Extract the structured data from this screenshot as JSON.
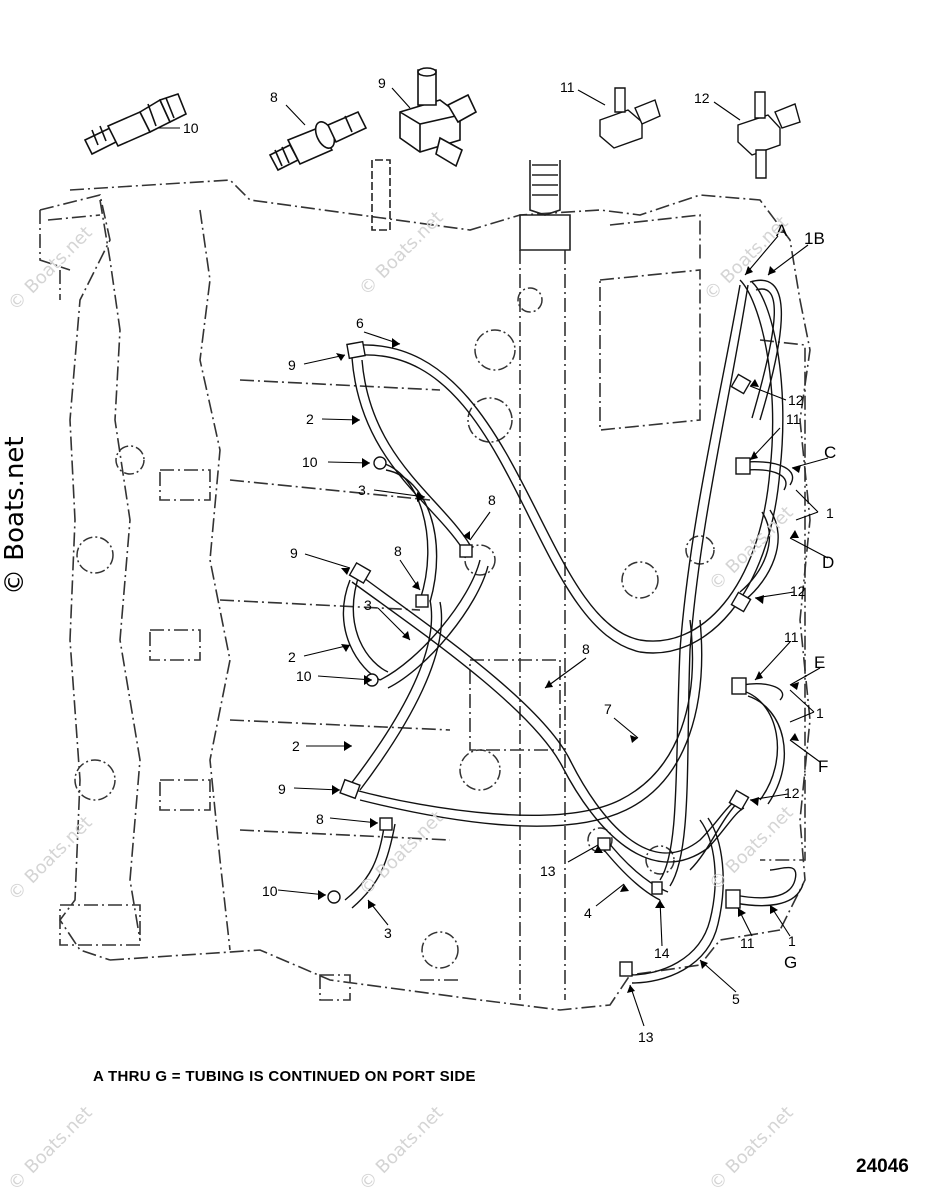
{
  "watermark": "© Boats.net",
  "footnote": "A THRU G = TUBING IS CONTINUED ON PORT SIDE",
  "diagram_number": "24046",
  "callouts": {
    "c10a": "10",
    "c8a": "8",
    "c9a": "9",
    "c11a": "11",
    "c12a": "12",
    "cA": "A",
    "c1B": "1B",
    "c6": "6",
    "c9b": "9",
    "c2a": "2",
    "c10b": "10",
    "c3a": "3",
    "c8b": "8",
    "c12b": "12",
    "c11b": "11",
    "cC": "C",
    "c1a": "1",
    "cD": "D",
    "c9c": "9",
    "c8c": "8",
    "c3b": "3",
    "c12c": "12",
    "c11c": "11",
    "cE": "E",
    "c2b": "2",
    "c10c": "10",
    "c8d": "8",
    "c1b": "1",
    "c7": "7",
    "cF": "F",
    "c2c": "2",
    "c9d": "9",
    "c12d": "12",
    "c8e": "8",
    "c13a": "13",
    "c10d": "10",
    "c4": "4",
    "c14": "14",
    "c11d": "11",
    "c1c": "1",
    "cG": "G",
    "c3c": "3",
    "c5": "5",
    "c13b": "13"
  }
}
